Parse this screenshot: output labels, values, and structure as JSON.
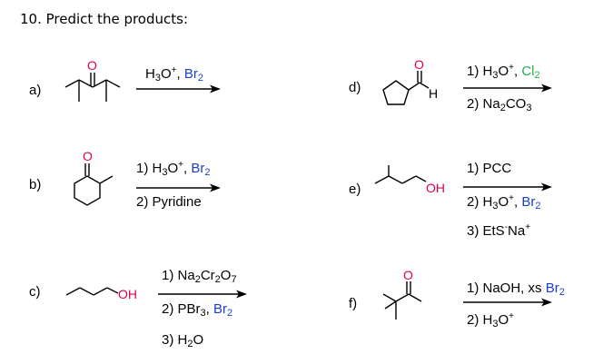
{
  "title": "10. Predict the products:",
  "problems": {
    "a": {
      "label": "a)",
      "conditions": [
        {
          "parts": [
            {
              "text": "H",
              "sup": "",
              "sub": ""
            },
            {
              "text": "3",
              "sub": true
            },
            {
              "text": "O"
            },
            {
              "text": "+",
              "sup": true
            },
            {
              "text": ", "
            },
            {
              "text": "Br",
              "color": "br"
            },
            {
              "text": "2",
              "sub": true,
              "color": "br"
            }
          ]
        }
      ],
      "atoms": {
        "O": "O"
      }
    },
    "b": {
      "label": "b)",
      "conditions": [
        {
          "parts": [
            {
              "text": "1) H"
            },
            {
              "text": "3",
              "sub": true
            },
            {
              "text": "O"
            },
            {
              "text": "+",
              "sup": true
            },
            {
              "text": ", "
            },
            {
              "text": "Br",
              "color": "br"
            },
            {
              "text": "2",
              "sub": true,
              "color": "br"
            }
          ]
        },
        {
          "parts": [
            {
              "text": "2) Pyridine"
            }
          ]
        }
      ],
      "atoms": {
        "O": "O"
      }
    },
    "c": {
      "label": "c)",
      "conditions": [
        {
          "parts": [
            {
              "text": "1) Na"
            },
            {
              "text": "2",
              "sub": true
            },
            {
              "text": "Cr"
            },
            {
              "text": "2",
              "sub": true
            },
            {
              "text": "O"
            },
            {
              "text": "7",
              "sub": true
            }
          ]
        },
        {
          "parts": [
            {
              "text": "2) PBr"
            },
            {
              "text": "3",
              "sub": true
            },
            {
              "text": ", "
            },
            {
              "text": "Br",
              "color": "br"
            },
            {
              "text": "2",
              "sub": true,
              "color": "br"
            }
          ]
        },
        {
          "parts": [
            {
              "text": "3) H"
            },
            {
              "text": "2",
              "sub": true
            },
            {
              "text": "O"
            }
          ]
        }
      ],
      "atoms": {
        "OH": "OH"
      }
    },
    "d": {
      "label": "d)",
      "conditions": [
        {
          "parts": [
            {
              "text": "1) H"
            },
            {
              "text": "3",
              "sub": true
            },
            {
              "text": "O"
            },
            {
              "text": "+",
              "sup": true
            },
            {
              "text": ", "
            },
            {
              "text": "Cl",
              "color": "cl"
            },
            {
              "text": "2",
              "sub": true,
              "color": "cl"
            }
          ]
        },
        {
          "parts": [
            {
              "text": "2) Na"
            },
            {
              "text": "2",
              "sub": true
            },
            {
              "text": "CO"
            },
            {
              "text": "3",
              "sub": true
            }
          ]
        }
      ],
      "atoms": {
        "O": "O",
        "H": "H"
      }
    },
    "e": {
      "label": "e)",
      "conditions": [
        {
          "parts": [
            {
              "text": "1) PCC"
            }
          ]
        },
        {
          "parts": [
            {
              "text": "2) H"
            },
            {
              "text": "3",
              "sub": true
            },
            {
              "text": "O"
            },
            {
              "text": "+",
              "sup": true
            },
            {
              "text": ", "
            },
            {
              "text": "Br",
              "color": "br"
            },
            {
              "text": "2",
              "sub": true,
              "color": "br"
            }
          ]
        },
        {
          "parts": [
            {
              "text": "3) EtS"
            },
            {
              "text": "-",
              "sup": true
            },
            {
              "text": "Na"
            },
            {
              "text": "+",
              "sup": true
            }
          ]
        }
      ],
      "atoms": {
        "OH": "OH"
      }
    },
    "f": {
      "label": "f)",
      "conditions": [
        {
          "parts": [
            {
              "text": "1) NaOH, xs "
            },
            {
              "text": "Br",
              "color": "br"
            },
            {
              "text": "2",
              "sub": true,
              "color": "br"
            }
          ]
        },
        {
          "parts": [
            {
              "text": "2) H"
            },
            {
              "text": "3",
              "sub": true
            },
            {
              "text": "O"
            },
            {
              "text": "+",
              "sup": true
            }
          ]
        }
      ],
      "atoms": {
        "O": "O"
      }
    }
  },
  "colors": {
    "bromine": "#1a3fd0",
    "chlorine": "#22b14c",
    "oxygen": "#e2004f",
    "text": "#000000"
  }
}
